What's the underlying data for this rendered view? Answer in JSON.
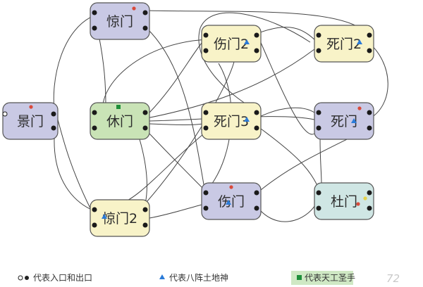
{
  "colors": {
    "purple_fill": "#c9c9e4",
    "yellow_fill": "#f8f3c8",
    "green_fill": "#c9e3b6",
    "teal_fill": "#cfe6e4",
    "border": "#555555",
    "line": "#444444",
    "red_marker": "#d94a3b",
    "blue_marker": "#2a7bd8",
    "green_marker": "#1f8f3a",
    "yellow_marker": "#e4d24a"
  },
  "nodes": [
    {
      "id": "jingmen",
      "label": "惊门",
      "color": "purple",
      "markers": [
        "red"
      ]
    },
    {
      "id": "shangmen2",
      "label": "伤门2",
      "color": "yellow",
      "markers": [
        "blue"
      ]
    },
    {
      "id": "simen2",
      "label": "死门2",
      "color": "yellow",
      "markers": [
        "blue"
      ]
    },
    {
      "id": "jingmen_view",
      "label": "景门",
      "color": "purple",
      "markers": [
        "red"
      ]
    },
    {
      "id": "xiumen",
      "label": "休门",
      "color": "green",
      "markers": [
        "green"
      ]
    },
    {
      "id": "simen3",
      "label": "死门3",
      "color": "yellow",
      "markers": [
        "blue"
      ]
    },
    {
      "id": "simen",
      "label": "死门",
      "color": "purple",
      "markers": [
        "red",
        "blue"
      ]
    },
    {
      "id": "jingmen2",
      "label": "惊门2",
      "color": "yellow",
      "markers": [
        "blue"
      ]
    },
    {
      "id": "shangmen",
      "label": "伤门",
      "color": "purple",
      "markers": [
        "red",
        "blue"
      ]
    },
    {
      "id": "dumen",
      "label": "杜门",
      "color": "teal",
      "markers": [
        "red",
        "yellow"
      ]
    }
  ],
  "legend": [
    {
      "marker": "dots",
      "text": "代表入口和出口"
    },
    {
      "marker": "triangle",
      "text": "代表八阵土地神"
    },
    {
      "marker": "square",
      "text": "代表天工圣手"
    }
  ],
  "watermark": {
    "text": "72"
  }
}
